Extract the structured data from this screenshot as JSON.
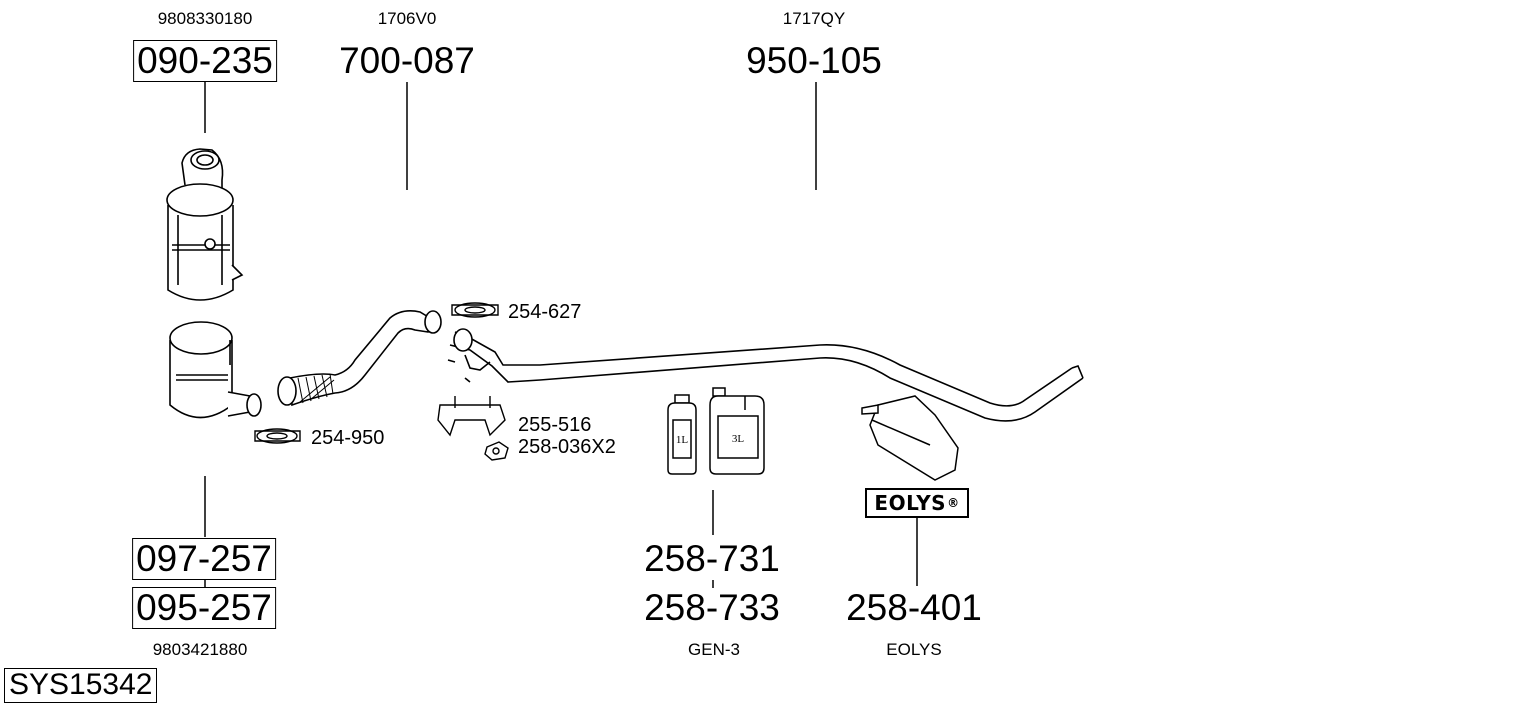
{
  "diagram_title": "SYS15342",
  "groups": {
    "catalyst": {
      "oe_top": "9808330180",
      "part_top": "090-235",
      "part_mid": "097-257",
      "part_bottom": "095-257",
      "oe_bottom": "9803421880"
    },
    "front_pipe": {
      "oe_top": "1706V0",
      "part_top": "700-087"
    },
    "rear_pipe": {
      "oe_top": "1717QY",
      "part_top": "950-105"
    },
    "fluid": {
      "part_a": "258-731",
      "part_b": "258-733",
      "caption": "GEN-3",
      "bottle_small": "1L",
      "bottle_large": "3L"
    },
    "eolys": {
      "badge": "EOLYS",
      "badge_mark": "®",
      "part": "258-401",
      "caption": "EOLYS"
    }
  },
  "small_parts": {
    "clamp_upper": "254-627",
    "clamp_lower": "254-950",
    "bracket": "255-516",
    "nut": "258-036X2"
  }
}
